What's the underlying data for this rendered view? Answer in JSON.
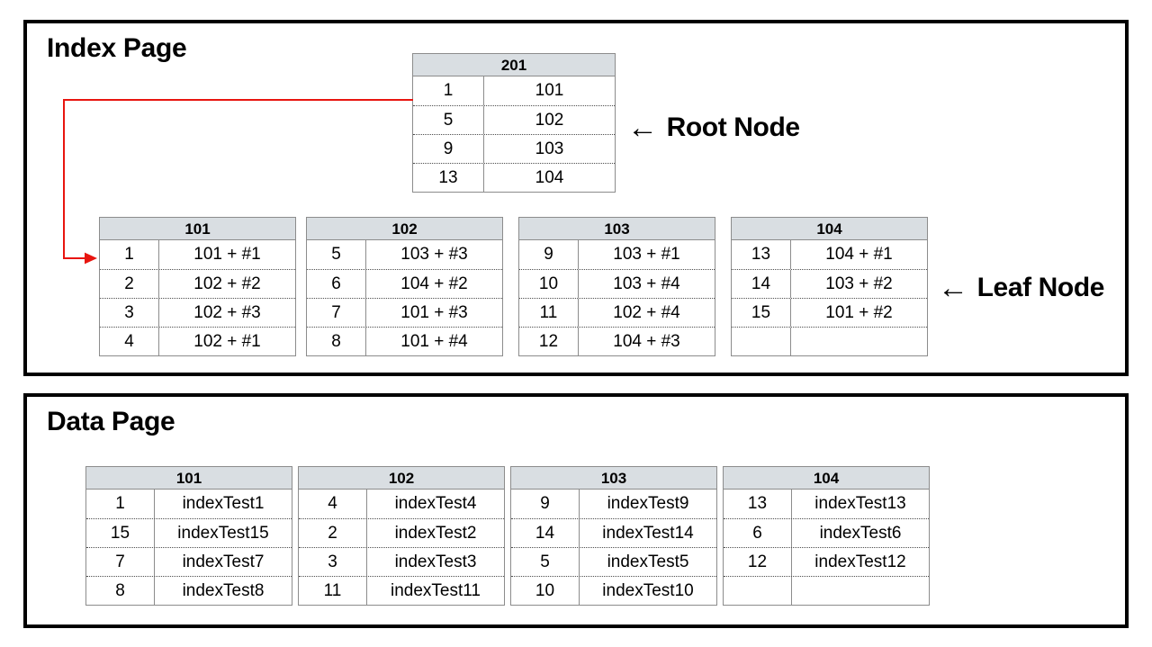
{
  "index_page": {
    "title": "Index Page",
    "root_label": {
      "arrow": "←",
      "text": "Root Node"
    },
    "leaf_label": {
      "arrow": "←",
      "text": "Leaf Node"
    },
    "root_node": {
      "header": "201",
      "rows": [
        {
          "key": "1",
          "value": "101"
        },
        {
          "key": "5",
          "value": "102"
        },
        {
          "key": "9",
          "value": "103"
        },
        {
          "key": "13",
          "value": "104"
        }
      ]
    },
    "leaf_nodes": [
      {
        "header": "101",
        "rows": [
          {
            "key": "1",
            "value": "101 + #1"
          },
          {
            "key": "2",
            "value": "102 + #2"
          },
          {
            "key": "3",
            "value": "102 + #3"
          },
          {
            "key": "4",
            "value": "102 + #1"
          }
        ]
      },
      {
        "header": "102",
        "rows": [
          {
            "key": "5",
            "value": "103 + #3"
          },
          {
            "key": "6",
            "value": "104 + #2"
          },
          {
            "key": "7",
            "value": "101 + #3"
          },
          {
            "key": "8",
            "value": "101 + #4"
          }
        ]
      },
      {
        "header": "103",
        "rows": [
          {
            "key": "9",
            "value": "103 + #1"
          },
          {
            "key": "10",
            "value": "103 + #4"
          },
          {
            "key": "11",
            "value": "102 + #4"
          },
          {
            "key": "12",
            "value": "104 + #3"
          }
        ]
      },
      {
        "header": "104",
        "rows": [
          {
            "key": "13",
            "value": "104 + #1"
          },
          {
            "key": "14",
            "value": "103 + #2"
          },
          {
            "key": "15",
            "value": "101 + #2"
          },
          {
            "key": "",
            "value": ""
          }
        ]
      }
    ]
  },
  "data_page": {
    "title": "Data Page",
    "tables": [
      {
        "header": "101",
        "rows": [
          {
            "key": "1",
            "value": "indexTest1"
          },
          {
            "key": "15",
            "value": "indexTest15"
          },
          {
            "key": "7",
            "value": "indexTest7"
          },
          {
            "key": "8",
            "value": "indexTest8"
          }
        ]
      },
      {
        "header": "102",
        "rows": [
          {
            "key": "4",
            "value": "indexTest4"
          },
          {
            "key": "2",
            "value": "indexTest2"
          },
          {
            "key": "3",
            "value": "indexTest3"
          },
          {
            "key": "11",
            "value": "indexTest11"
          }
        ]
      },
      {
        "header": "103",
        "rows": [
          {
            "key": "9",
            "value": "indexTest9"
          },
          {
            "key": "14",
            "value": "indexTest14"
          },
          {
            "key": "5",
            "value": "indexTest5"
          },
          {
            "key": "10",
            "value": "indexTest10"
          }
        ]
      },
      {
        "header": "104",
        "rows": [
          {
            "key": "13",
            "value": "indexTest13"
          },
          {
            "key": "6",
            "value": "indexTest6"
          },
          {
            "key": "12",
            "value": "indexTest12"
          },
          {
            "key": "",
            "value": ""
          }
        ]
      }
    ]
  },
  "colors": {
    "pointer_arrow": "#e8150f",
    "table_header_fill": "#d9dee2",
    "table_border": "#8c8c8c",
    "panel_border": "#000000",
    "text": "#000000",
    "background": "#ffffff"
  },
  "connector": {
    "name": "root-to-leaf-101-pointer",
    "from": "root-node row key 1 value 101",
    "to": "leaf node 101 first row"
  }
}
